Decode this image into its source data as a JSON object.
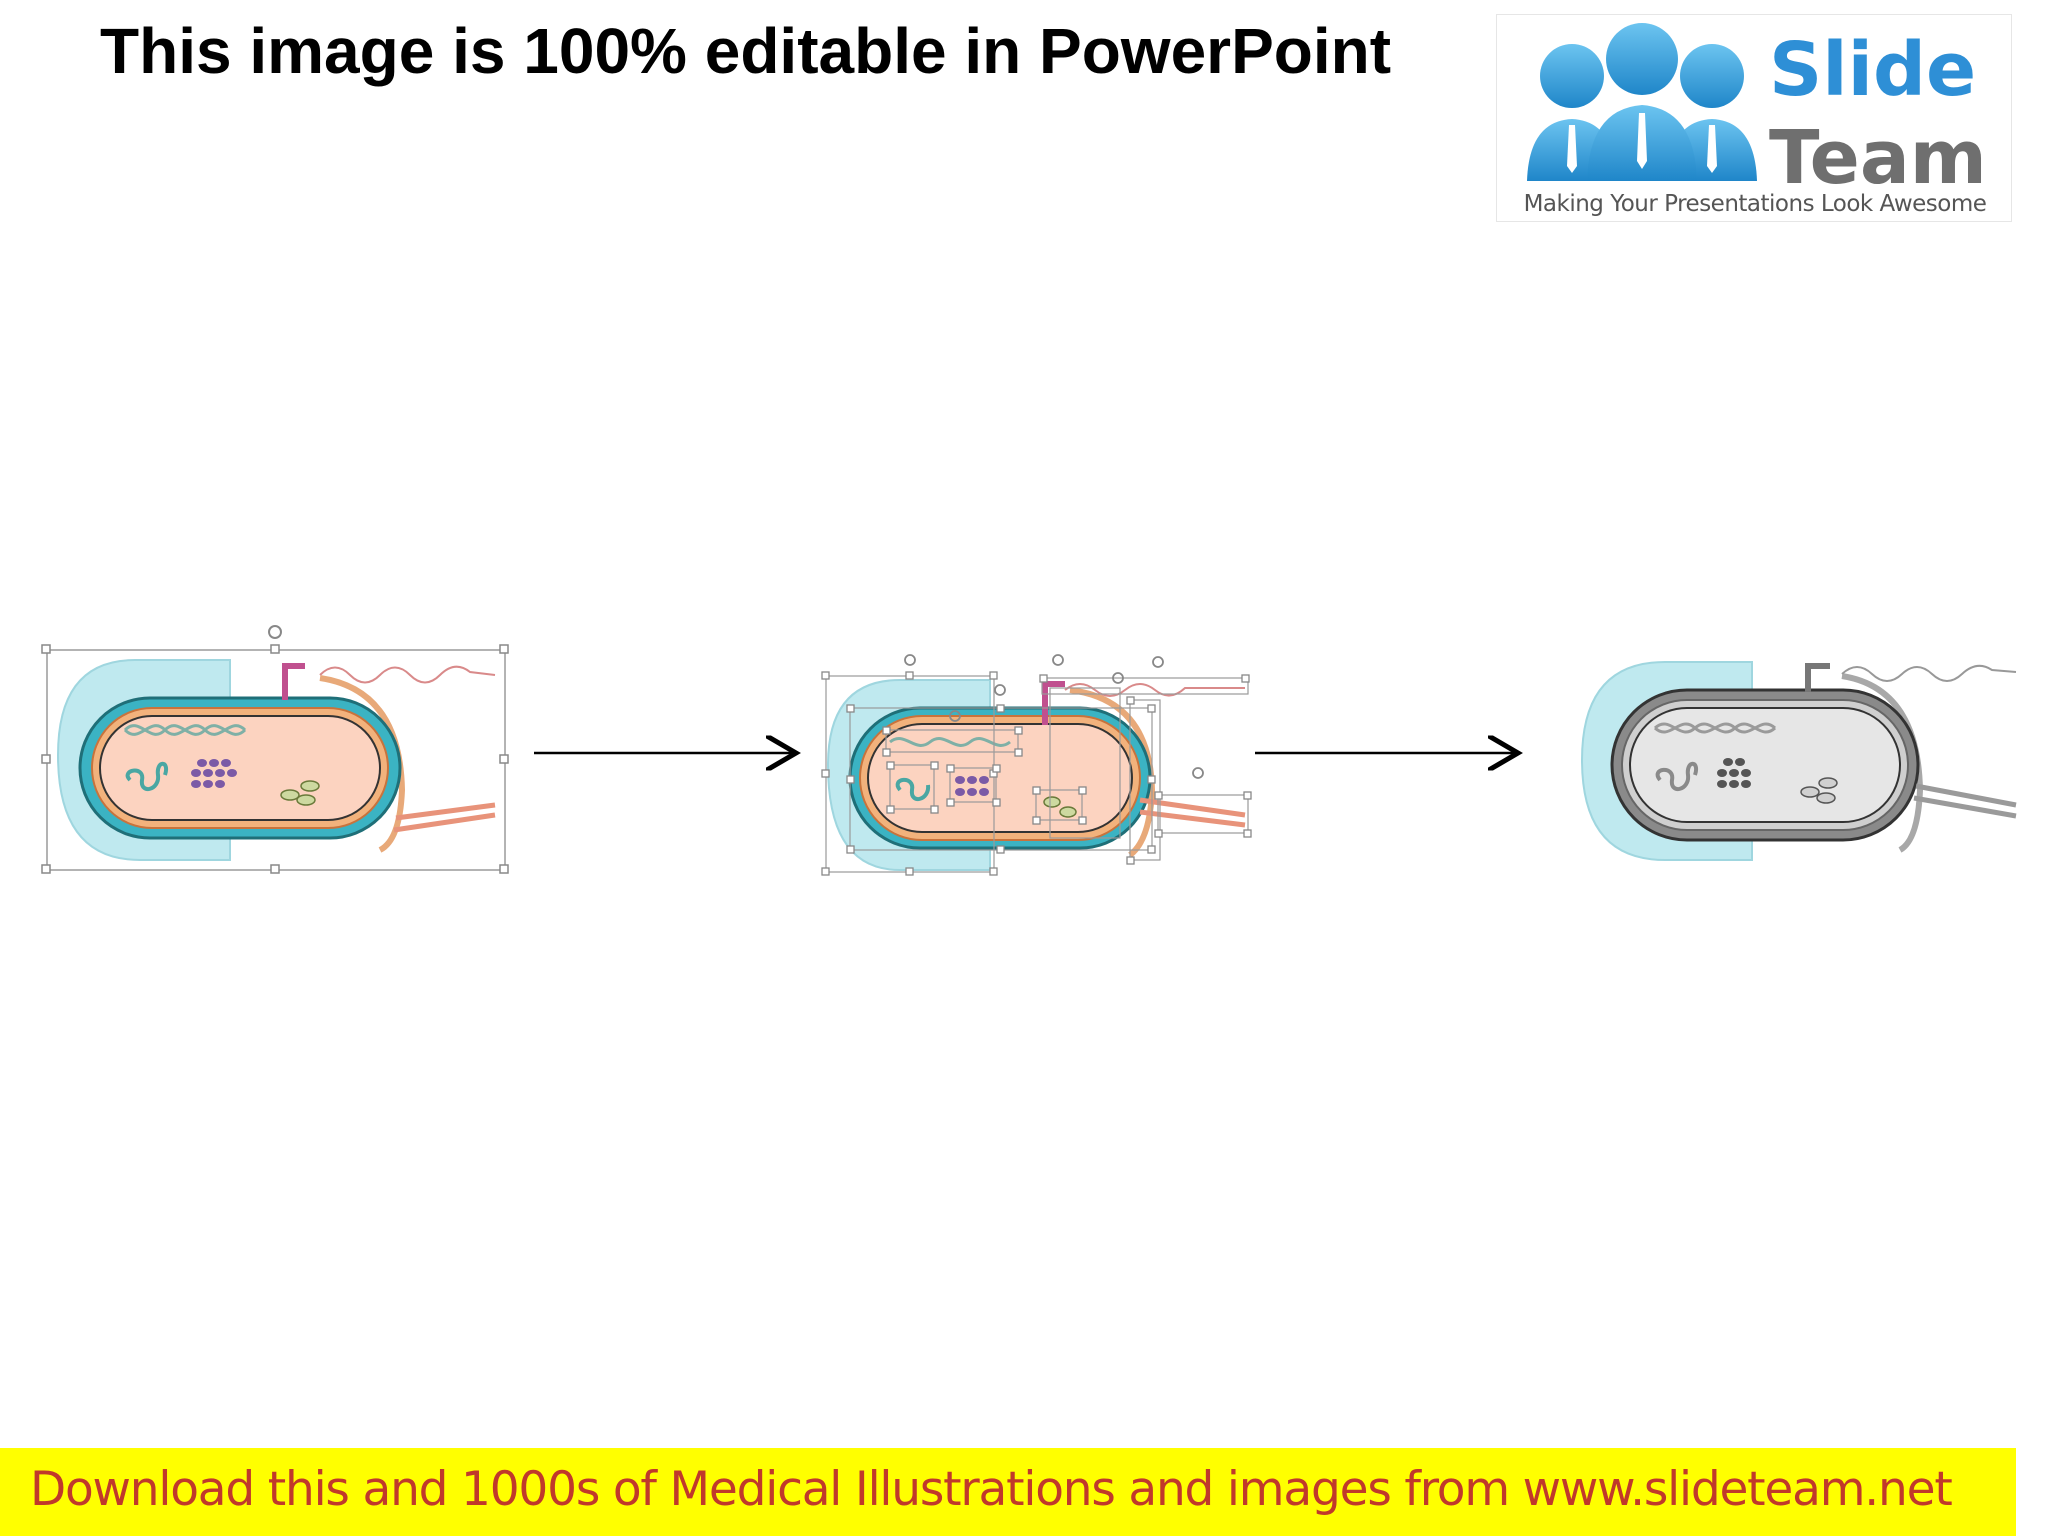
{
  "slide": {
    "title": "This image is 100% editable in PowerPoint"
  },
  "logo": {
    "word1": "Slide",
    "word2": "Team",
    "tagline": "Making Your Presentations Look Awesome",
    "colors": {
      "blue": "#2e8fd6",
      "gray": "#6f6f6f"
    }
  },
  "footer": {
    "text": "Download this and 1000s of Medical Illustrations and images from www.slideteam.net",
    "background": "#ffff00",
    "text_color": "#c0392b"
  },
  "illustration": {
    "stages": [
      "colored-bacterium",
      "bacterium-with-selection-handles",
      "grayscale-bacterium"
    ],
    "colors": {
      "capsule": "#bfe9ef",
      "cell_wall": "#3bb3c3",
      "cytoplasm": "#fcd3c0",
      "flagellum": "#e8937a",
      "pilus": "#c0508f",
      "ribosome": "#7b5aa6",
      "gray_wall": "#8a8a8a"
    }
  }
}
